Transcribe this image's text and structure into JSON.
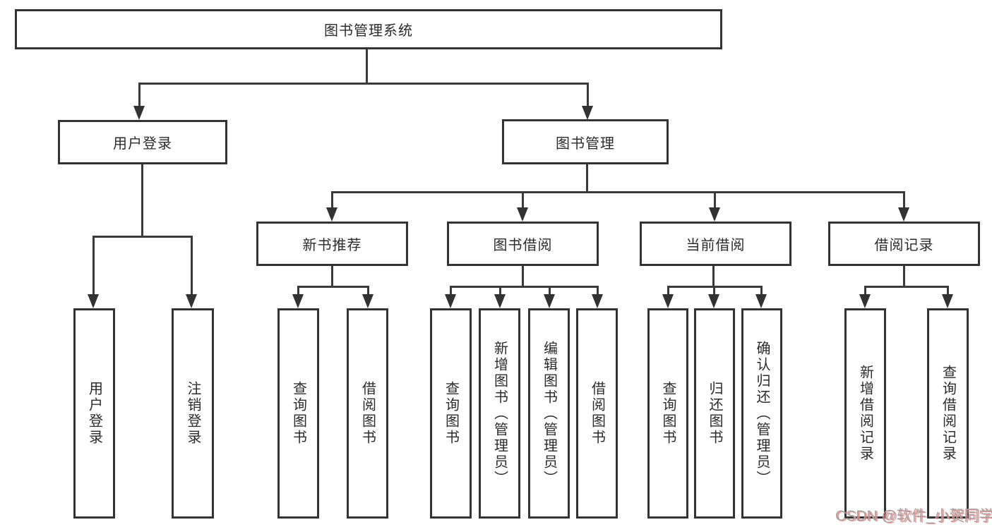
{
  "diagram_title": "图书管理系统",
  "tree": {
    "root": {
      "label": "图书管理系统"
    },
    "branches": [
      {
        "label": "用户登录",
        "children": [
          "用户登录",
          "注销登录"
        ]
      },
      {
        "label": "图书管理",
        "modules": [
          {
            "label": "新书推荐",
            "children": [
              "查询图书",
              "借阅图书"
            ]
          },
          {
            "label": "图书借阅",
            "children": [
              "查询图书",
              "新增图书（管理员）",
              "编辑图书（管理员）",
              "借阅图书"
            ]
          },
          {
            "label": "当前借阅",
            "children": [
              "查询图书",
              "归还图书",
              "确认归还（管理员）"
            ]
          },
          {
            "label": "借阅记录",
            "children": [
              "新增借阅记录",
              "查询借阅记录"
            ]
          }
        ]
      }
    ]
  },
  "watermark": "CSDN @软件_小贺同学",
  "colors": {
    "line": "#3a3a3a",
    "box_border": "#333333",
    "text": "#2b2b2b",
    "background": "#ffffff",
    "watermark_text": "#a3a3a3",
    "watermark_shadow": "#f48080"
  }
}
